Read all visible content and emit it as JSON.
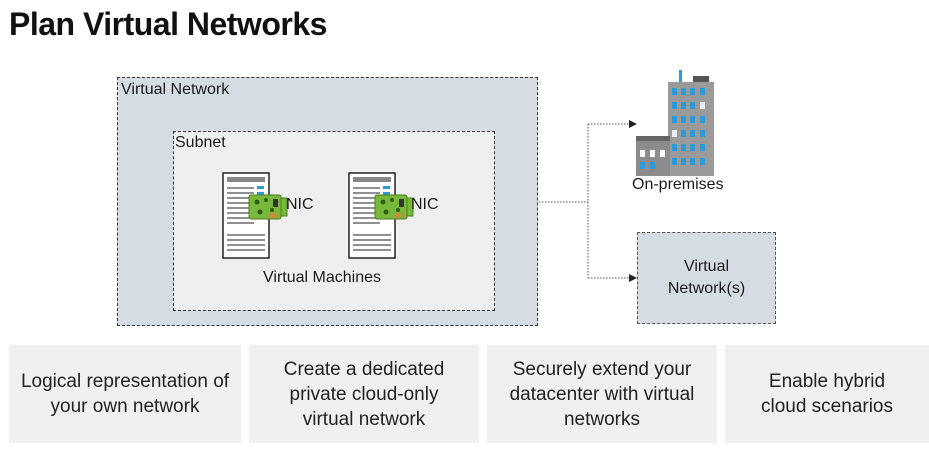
{
  "title": "Plan Virtual Networks",
  "diagram": {
    "vnet_label": "Virtual Network",
    "subnet_label": "Subnet",
    "vm1_nic": "NIC",
    "vm2_nic": "NIC",
    "vm_caption": "Virtual Machines",
    "onprem_label": "On-premises",
    "remote_vnet_label": "Virtual Network(s)"
  },
  "cards": [
    {
      "text": "Logical representation of your own network"
    },
    {
      "text": "Create a dedicated private cloud-only virtual network"
    },
    {
      "text": "Securely extend your datacenter with virtual networks"
    },
    {
      "text": "Enable hybrid cloud scenarios"
    }
  ],
  "colors": {
    "vnet_fill": "#d6dce4",
    "subnet_fill": "#efefef",
    "card_fill": "#f0f0f0",
    "building_grey": "#9a9a9a",
    "building_blue": "#2e9ad8",
    "nic_green": "#78b83a"
  }
}
